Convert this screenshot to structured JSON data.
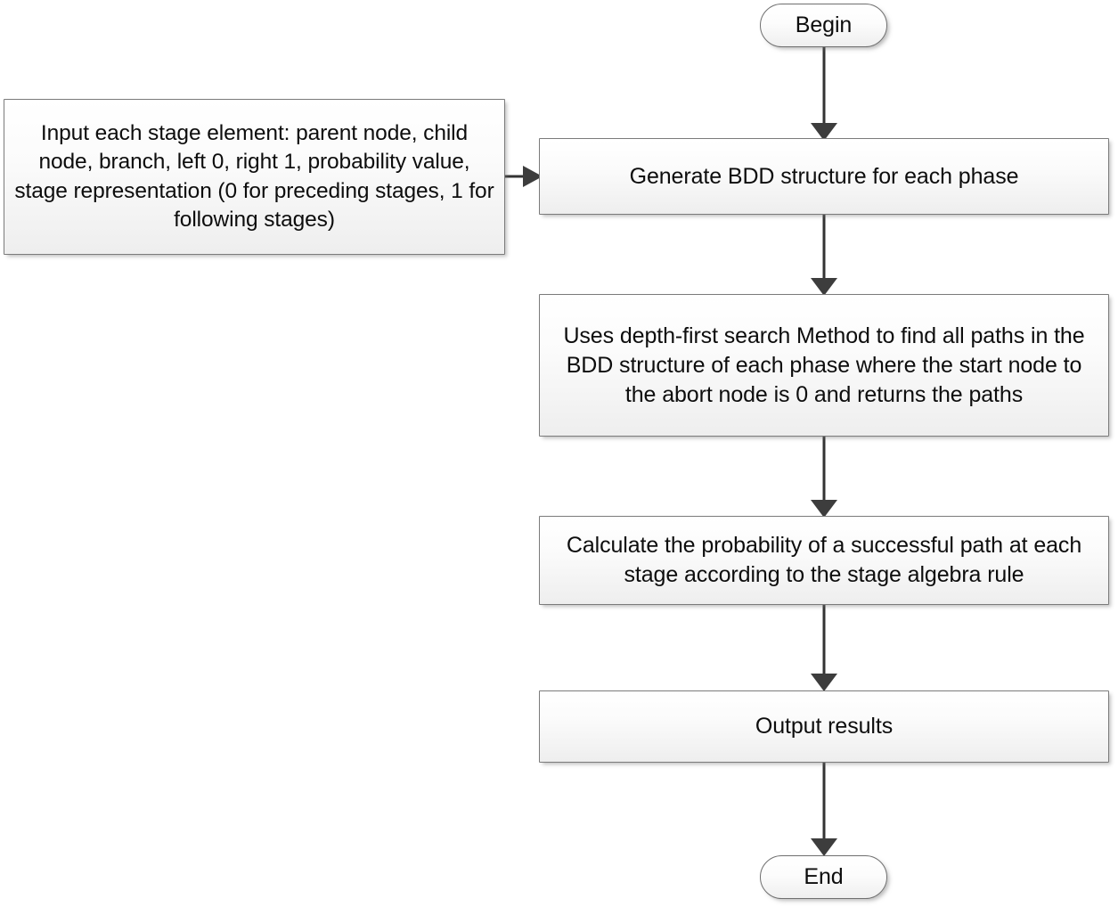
{
  "diagram": {
    "title": "Algorithm flowchart for multi-phase BDD path probability computation",
    "background_color": "#ffffff",
    "node_fill_top": "#ffffff",
    "node_fill_bottom": "#eeeeee",
    "node_border_color": "#7b7b7b",
    "connector_color": "#333333",
    "arrowhead_color": "#3d3d3d",
    "text_color": "#0d0d0d"
  },
  "nodes": {
    "begin": {
      "label": "Begin",
      "shape": "terminator"
    },
    "input": {
      "label": "Input each stage element: parent node, child node, branch, left 0, right 1, probability value, stage representation (0 for preceding stages, 1 for following stages)",
      "shape": "process"
    },
    "generate": {
      "label": "Generate BDD structure for each phase",
      "shape": "process"
    },
    "dfs": {
      "label": "Uses depth-first search Method to find all paths in the BDD structure of each phase where the start node to the abort node is 0 and returns the paths",
      "shape": "process"
    },
    "calculate": {
      "label": "Calculate the probability of a successful path at each stage according to the stage algebra rule",
      "shape": "process"
    },
    "output": {
      "label": "Output results",
      "shape": "process"
    },
    "end": {
      "label": "End",
      "shape": "terminator"
    }
  },
  "connectors": [
    {
      "name": "begin-to-generate",
      "from": "begin",
      "to": "generate",
      "direction": "down"
    },
    {
      "name": "input-to-generate",
      "from": "input",
      "to": "generate",
      "direction": "right"
    },
    {
      "name": "generate-to-dfs",
      "from": "generate",
      "to": "dfs",
      "direction": "down"
    },
    {
      "name": "dfs-to-calculate",
      "from": "dfs",
      "to": "calculate",
      "direction": "down"
    },
    {
      "name": "calculate-to-output",
      "from": "calculate",
      "to": "output",
      "direction": "down"
    },
    {
      "name": "output-to-end",
      "from": "output",
      "to": "end",
      "direction": "down"
    }
  ]
}
